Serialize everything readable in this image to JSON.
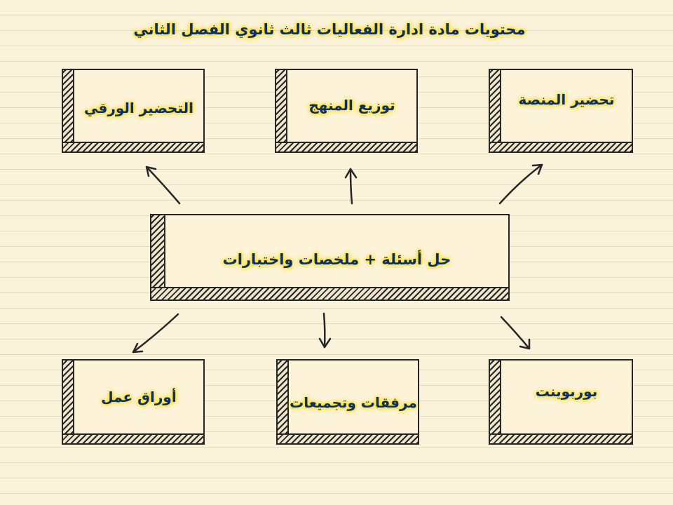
{
  "title": "محتويات مادة ادارة الفعاليات ثالث ثانوي الفصل الثاني",
  "center_box": {
    "label": "حل أسئلة  +  ملخصات واختبارات"
  },
  "top_boxes": {
    "left": "التحضير الورقي",
    "middle": "توزيع المنهج",
    "right": "تحضير المنصة"
  },
  "bottom_boxes": {
    "left": "أوراق عمل",
    "middle": "مرفقات وتجميعات",
    "right": "بوربوينت"
  },
  "colors": {
    "text": "#0b2e68",
    "glow": "#ffe21a",
    "paper": "#fbf2da",
    "ink": "#262626"
  }
}
